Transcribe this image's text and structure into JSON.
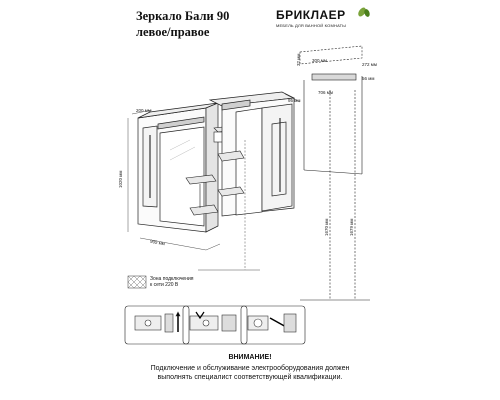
{
  "title": {
    "line1": "Зеркало Бали 90",
    "line2": "левое/правое"
  },
  "logo": {
    "name": "БРИКЛАЕР",
    "tagline": "МЕБЕЛЬ ДЛЯ ВАННОЙ КОМНАТЫ"
  },
  "dimensions": {
    "d_200": "200 мм",
    "d_1020": "1020 мм",
    "d_905": "905 мм",
    "d_95": "95 мм",
    "d_300": "300 мм",
    "d_272": "272 мм",
    "d_56": "56 мм",
    "d_706": "706 мм",
    "d_32": "32 мм",
    "d_1670": "1670 мм",
    "d_1679": "1679 мм"
  },
  "legend": {
    "line1": "Зона подключения",
    "line2": "к сети 220 В"
  },
  "warning": {
    "title": "ВНИМАНИЕ!",
    "line1": "Подключение и обслуживание электрооборудования должен",
    "line2": "выполнять специалист соответствующей квалификации."
  }
}
